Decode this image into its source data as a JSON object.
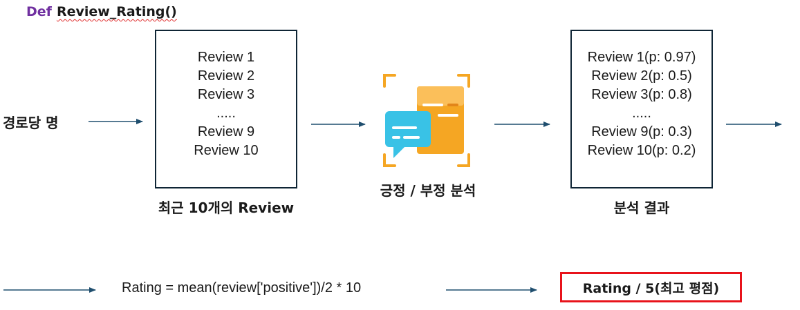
{
  "title": {
    "keyword": "Def",
    "function": "Review_Rating()"
  },
  "input_label": "경로당 명",
  "reviews_box": {
    "lines": [
      "Review 1",
      "Review 2",
      "Review 3",
      ".....",
      "Review 9",
      "Review 10"
    ],
    "caption": "최근 10개의 Review"
  },
  "sentiment": {
    "caption": "긍정 / 부정 분석"
  },
  "results_box": {
    "lines": [
      "Review 1(p: 0.97)",
      "Review 2(p: 0.5)",
      "Review 3(p: 0.8)",
      ".....",
      "Review 9(p: 0.3)",
      "Review 10(p: 0.2)"
    ],
    "caption": "분석 결과"
  },
  "formula": "Rating  =  mean(review['positive'])/2  *  10",
  "output": "Rating / 5(최고 평점)",
  "colors": {
    "arrow": "#1f4e6e",
    "keyword": "#7030a0",
    "highlight_border": "#e8131b",
    "icon_orange": "#f5a623",
    "icon_blue": "#39c2e6"
  }
}
